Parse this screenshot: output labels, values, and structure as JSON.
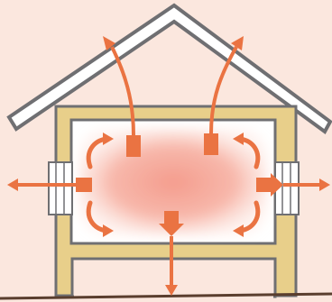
{
  "diagram": {
    "subject": "house-cross-section-heat-loss",
    "colors": {
      "background": "#fbe7de",
      "wall_fill": "#e8cf8a",
      "outline": "#6f6f72",
      "interior": "#ffffff",
      "heat_glow": "#f28a78",
      "arrow": "#ea7342",
      "ground": "#5a3e2e"
    },
    "heat_flows": [
      {
        "id": "roof-left",
        "direction": "up"
      },
      {
        "id": "roof-right",
        "direction": "up"
      },
      {
        "id": "window-left",
        "direction": "left"
      },
      {
        "id": "window-right",
        "direction": "right"
      },
      {
        "id": "floor",
        "direction": "down"
      }
    ],
    "circulation_arrows": 4
  }
}
